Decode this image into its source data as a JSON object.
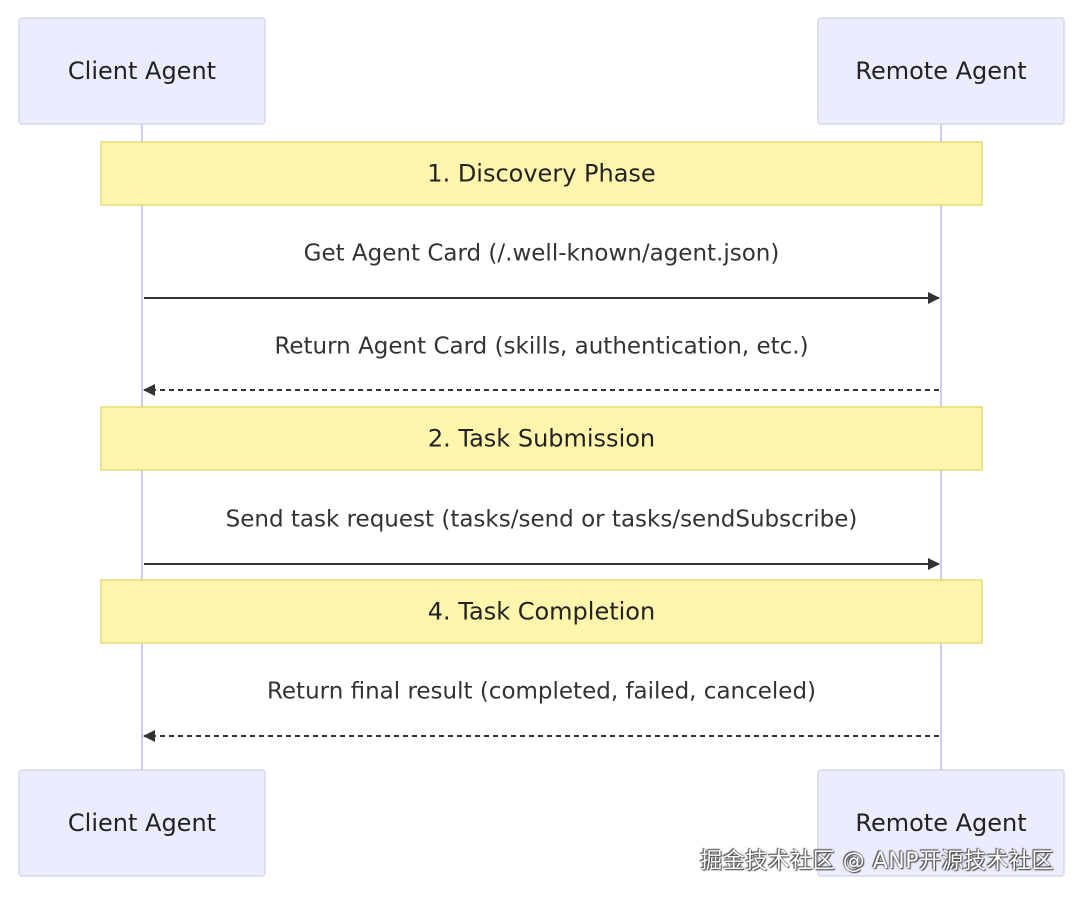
{
  "actors": [
    {
      "id": "client",
      "label": "Client Agent"
    },
    {
      "id": "remote",
      "label": "Remote Agent"
    }
  ],
  "sequence": [
    {
      "kind": "note",
      "text": "1. Discovery Phase"
    },
    {
      "kind": "message",
      "from": "client",
      "to": "remote",
      "style": "solid",
      "text": "Get Agent Card (/.well-known/agent.json)"
    },
    {
      "kind": "message",
      "from": "remote",
      "to": "client",
      "style": "dashed",
      "text": "Return Agent Card (skills, authentication, etc.)"
    },
    {
      "kind": "note",
      "text": "2. Task Submission"
    },
    {
      "kind": "message",
      "from": "client",
      "to": "remote",
      "style": "solid",
      "text": "Send task request (tasks/send or tasks/sendSubscribe)"
    },
    {
      "kind": "note",
      "text": "4. Task Completion"
    },
    {
      "kind": "message",
      "from": "remote",
      "to": "client",
      "style": "dashed",
      "text": "Return final result (completed, failed, canceled)"
    }
  ],
  "colors": {
    "actor_fill": "#ECECFF",
    "note_fill": "#FFF5AD",
    "line": "#333333"
  },
  "watermark": "掘金技术社区 @ ANP开源技术社区"
}
